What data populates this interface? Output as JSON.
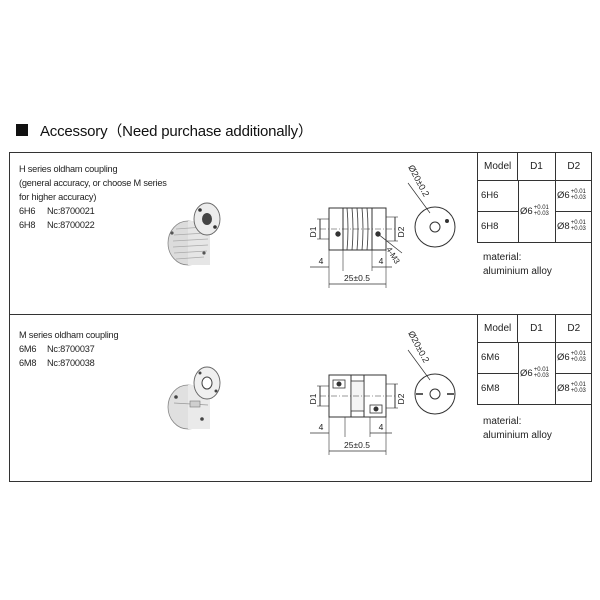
{
  "section": {
    "title": "Accessory（Need purchase additionally）"
  },
  "couplings": [
    {
      "desc_lines": [
        "H series oldham coupling",
        "(general accuracy, or choose M series",
        "for higher accuracy)"
      ],
      "codes": [
        {
          "model": "6H6",
          "no": "Nc:8700021"
        },
        {
          "model": "6H8",
          "no": "Nc:8700022"
        }
      ],
      "dims": {
        "d1": "D1",
        "d2": "D2",
        "flange": "4",
        "length": "25±0.5",
        "offset": "4",
        "diameter": "Ø20±0.2",
        "screw": "4-M3"
      },
      "table": {
        "headers": [
          "Model",
          "D1",
          "D2"
        ],
        "models": [
          "6H6",
          "6H8"
        ],
        "d1": {
          "base": "Ø6",
          "plus": "+0.01",
          "minus": "+0.03"
        },
        "d2": [
          {
            "base": "Ø6",
            "plus": "+0.01",
            "minus": "+0.03"
          },
          {
            "base": "Ø8",
            "plus": "+0.01",
            "minus": "+0.03"
          }
        ],
        "material_label": "material:",
        "material_value": "aluminium alloy"
      }
    },
    {
      "desc_lines": [
        "M series oldham coupling"
      ],
      "codes": [
        {
          "model": "6M6",
          "no": "Nc:8700037"
        },
        {
          "model": "6M8",
          "no": "Nc:8700038"
        }
      ],
      "dims": {
        "d1": "D1",
        "d2": "D2",
        "flange": "4",
        "length": "25±0.5",
        "offset": "4",
        "diameter": "Ø20±0.2"
      },
      "table": {
        "headers": [
          "Model",
          "D1",
          "D2"
        ],
        "models": [
          "6M6",
          "6M8"
        ],
        "d1": {
          "base": "Ø6",
          "plus": "+0.01",
          "minus": "+0.03"
        },
        "d2": [
          {
            "base": "Ø6",
            "plus": "+0.01",
            "minus": "+0.03"
          },
          {
            "base": "Ø8",
            "plus": "+0.01",
            "minus": "+0.03"
          }
        ],
        "material_label": "material:",
        "material_value": "aluminium alloy"
      }
    }
  ]
}
